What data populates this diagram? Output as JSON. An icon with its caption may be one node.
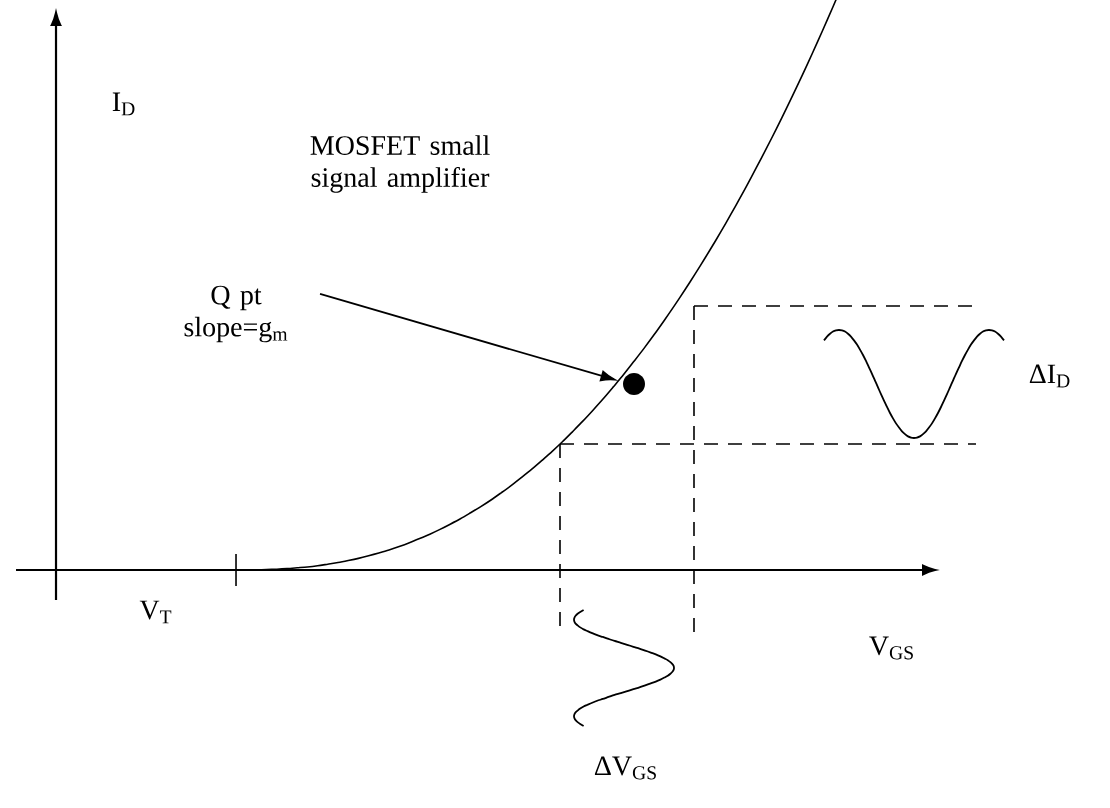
{
  "diagram": {
    "nodes": [
      {
        "text": [
          "Q pt slope=g$_{m}$"
        ]
      },
      {
        "text": [],
        "shape": "circle"
      }
    ],
    "edges": [
      {
        "from": 0,
        "to": 1,
        "arrow": "to"
      }
    ],
    "labels": [
      "I$_{D}$",
      "MOSFET small signal amplifier",
      "V$_{T}$",
      "V$_{GS}$",
      "ΔI$_{D}$",
      "ΔV$_{GS}$"
    ]
  }
}
